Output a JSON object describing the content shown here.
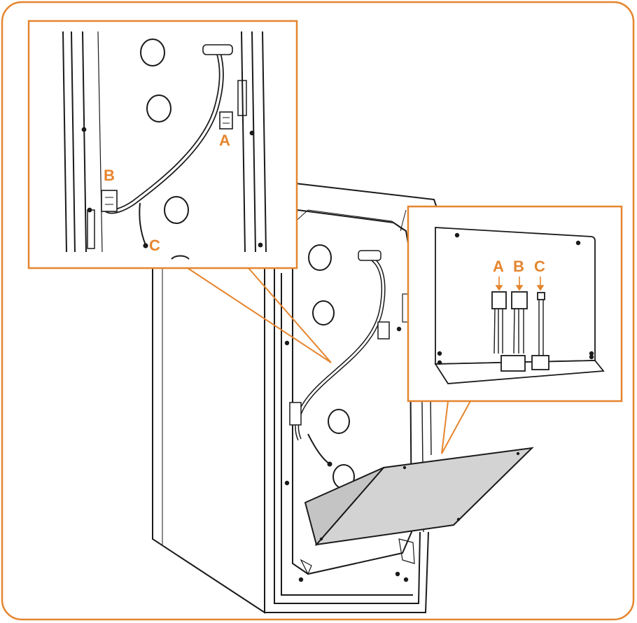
{
  "labels": {
    "top_a": "A",
    "top_b": "B",
    "top_c": "C",
    "right_a": "A",
    "right_b": "B",
    "right_c": "C"
  },
  "colors": {
    "accent": "#E5852E",
    "line": "#1a1a1a",
    "panel_fill": "#d3d3d3",
    "background": "#ffffff"
  }
}
